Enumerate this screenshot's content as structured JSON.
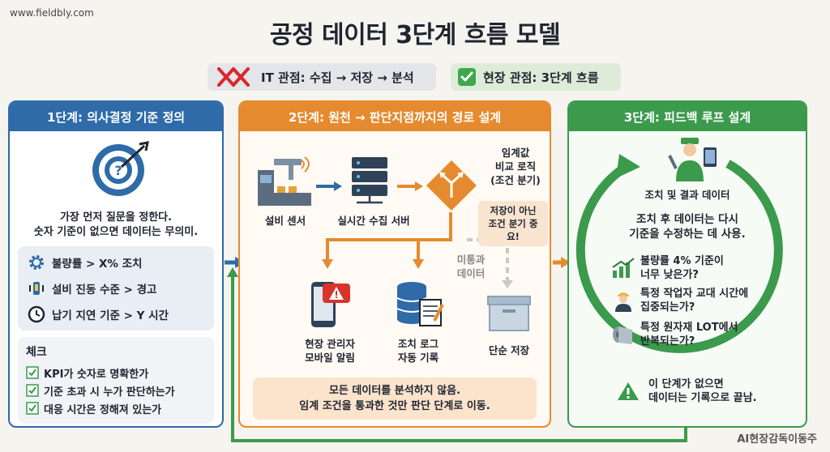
{
  "site": "www.fieldbly.com",
  "title": "공정 데이터 3단계 흐름 모델",
  "compare": {
    "it": "IT 관점: 수집 → 저장 → 분석",
    "field": "현장 관점: 3단계 흐름"
  },
  "stage1": {
    "header": "1단계: 의사결정 기준 정의",
    "question_line1": "가장 먼저 질문을 정한다.",
    "question_line2": "숫자 기준이 없으면 데이터는 무의미.",
    "rules": [
      "불량률 > X% 조치",
      "설비 진동 수준 > 경고",
      "납기 지연 기준 > Y 시간"
    ],
    "check_title": "체크",
    "checks": [
      "KPI가 숫자로 명확한가",
      "기준 초과 시 누가 판단하는가",
      "대응 시간은 정해져 있는가"
    ]
  },
  "stage2": {
    "header": "2단계: 원천 → 판단지점까지의 경로 설계",
    "sensor": "설비 센서",
    "server": "실시간 수집 서버",
    "threshold_line1": "임계값",
    "threshold_line2": "비교 로직",
    "threshold_line3": "(조건 분기)",
    "note_line1": "저장이 아닌",
    "note_line2": "조건 분기 중요!",
    "unpassed_line1": "미통과",
    "unpassed_line2": "데이터",
    "alert_line1": "현장 관리자",
    "alert_line2": "모바일 알림",
    "log_line1": "조치 로그",
    "log_line2": "자동 기록",
    "storage": "단순 저장",
    "bottom_line1": "모든 데이터를 분석하지 않음.",
    "bottom_line2": "임계 조건을 통과한 것만 판단 단계로 이동."
  },
  "stage3": {
    "header": "3단계: 피드백 루프 설계",
    "worker_label": "조치 및 결과 데이터",
    "desc_line1": "조치 후 데이터는 다시",
    "desc_line2": "기준을 수정하는 데 사용.",
    "items": [
      {
        "line1": "불량률 4% 기준이",
        "line2": "너무 낮은가?",
        "icon": "trend-chart-icon"
      },
      {
        "line1": "특정 작업자 교대 시간에",
        "line2": "집중되는가?",
        "icon": "worker-icon"
      },
      {
        "line1": "특정 원자재 LOT에서",
        "line2": "반복되는가?",
        "icon": "material-roll-icon"
      }
    ],
    "warn_line1": "이 단계가 없으면",
    "warn_line2": "데이터는 기록으로 끝남."
  },
  "watermark": "AI현장감독이동주",
  "colors": {
    "stage1": "#2e6ba8",
    "stage2": "#e58a2e",
    "stage3": "#3b9a4c"
  }
}
